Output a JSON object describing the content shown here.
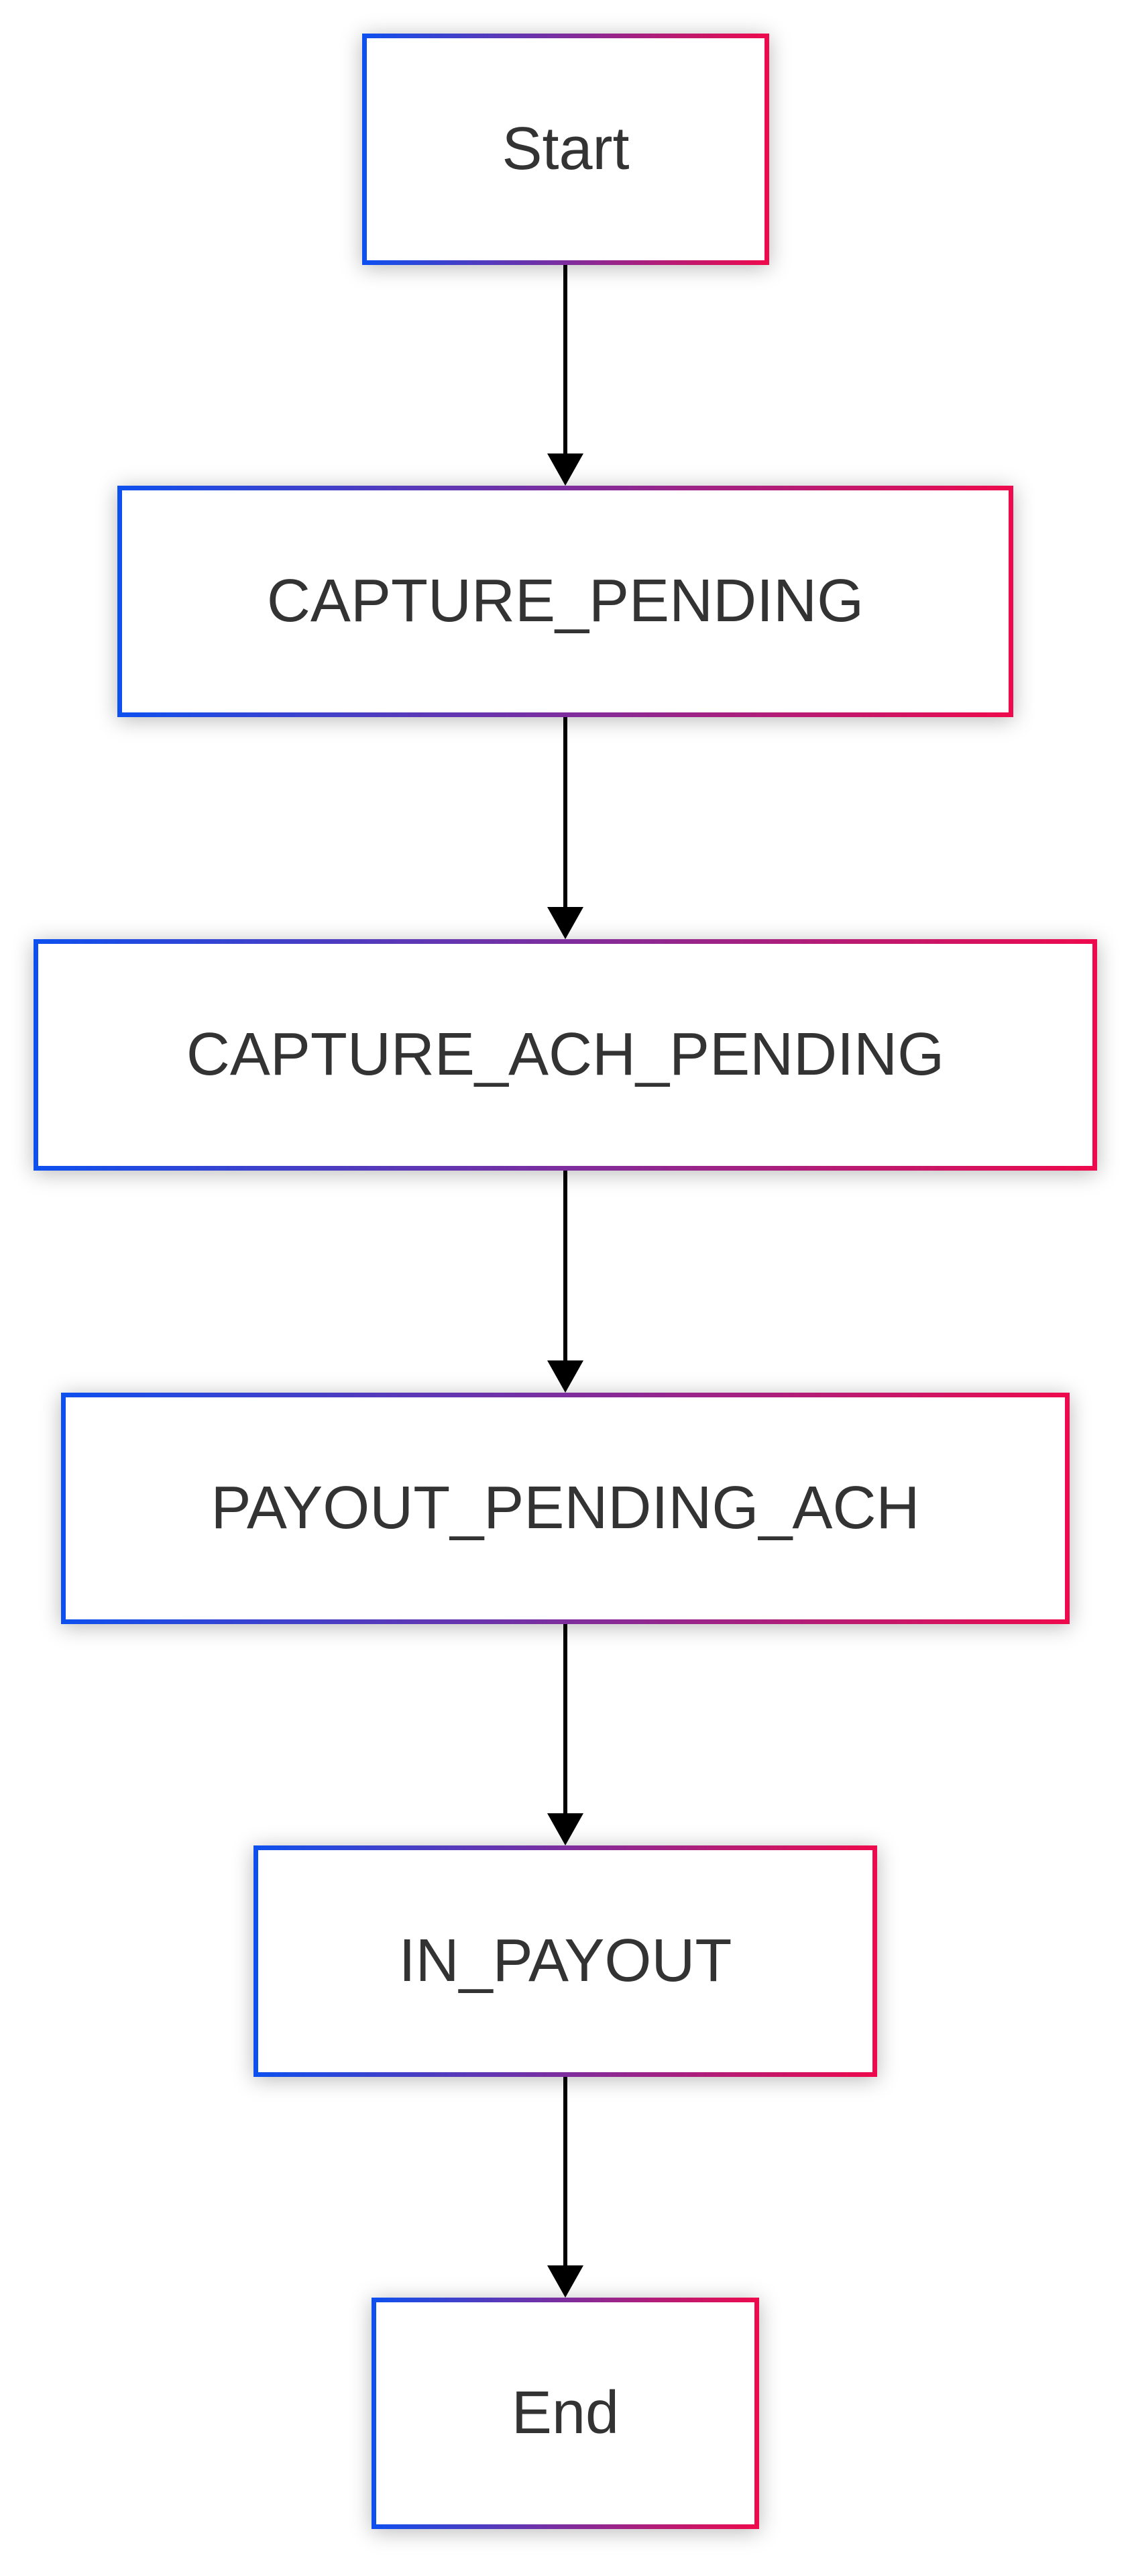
{
  "diagram": {
    "type": "flowchart",
    "direction": "top-down",
    "nodes": [
      {
        "id": "start",
        "label": "Start"
      },
      {
        "id": "capture_pending",
        "label": "CAPTURE_PENDING"
      },
      {
        "id": "capture_ach_pending",
        "label": "CAPTURE_ACH_PENDING"
      },
      {
        "id": "payout_pending_ach",
        "label": "PAYOUT_PENDING_ACH"
      },
      {
        "id": "in_payout",
        "label": "IN_PAYOUT"
      },
      {
        "id": "end",
        "label": "End"
      }
    ],
    "edges": [
      {
        "from": "start",
        "to": "capture_pending"
      },
      {
        "from": "capture_pending",
        "to": "capture_ach_pending"
      },
      {
        "from": "capture_ach_pending",
        "to": "payout_pending_ach"
      },
      {
        "from": "payout_pending_ach",
        "to": "in_payout"
      },
      {
        "from": "in_payout",
        "to": "end"
      }
    ],
    "colors": {
      "border_gradient_start": "#0d50ef",
      "border_gradient_end": "#ee0a4c",
      "node_fill": "#ffffff",
      "text": "#333333",
      "arrow": "#000000",
      "background": "#ffffff"
    }
  }
}
